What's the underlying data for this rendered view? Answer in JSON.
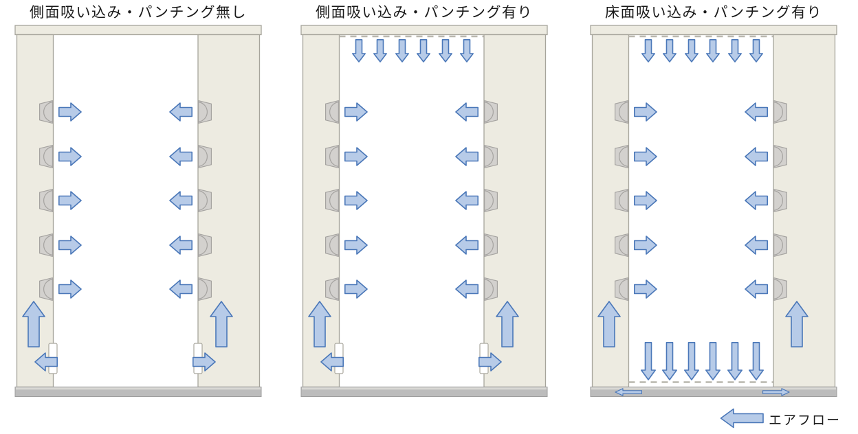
{
  "panels": [
    {
      "title": "側面吸い込み・パンチング無し",
      "top_punching": false,
      "bottom_suction": "side",
      "fan_rows_per_side": 5,
      "side_inflow_arrows_per_side": 5,
      "top_inflow_arrows": 0,
      "floor_outflow_arrows": 0,
      "upflow_arrows": 2,
      "side_outflow_vents": 2
    },
    {
      "title": "側面吸い込み・パンチング有り",
      "top_punching": true,
      "bottom_suction": "side",
      "fan_rows_per_side": 5,
      "side_inflow_arrows_per_side": 5,
      "top_inflow_arrows": 6,
      "floor_outflow_arrows": 0,
      "upflow_arrows": 2,
      "side_outflow_vents": 2
    },
    {
      "title": "床面吸い込み・パンチング有り",
      "top_punching": true,
      "bottom_suction": "floor",
      "fan_rows_per_side": 5,
      "side_inflow_arrows_per_side": 5,
      "top_inflow_arrows": 6,
      "floor_outflow_arrows": 6,
      "upflow_arrows": 2,
      "floor_slab_arrows": 2
    }
  ],
  "legend": {
    "label": "エアフロー"
  },
  "colors": {
    "panel_fill": "#edebe1",
    "panel_outline": "#a6a49b",
    "wall_line": "#a9a79d",
    "fan_fill": "#d3d1ce",
    "fan_outline": "#a5a3a0",
    "floor_fill": "#bcbcbc",
    "floor_top": "#d9d8d4",
    "floor_outline": "#9e9e9e",
    "arrow_fill": "#b7cbe8",
    "arrow_outline": "#4a77b8",
    "dash_color": "#b9b7ae",
    "notch_fill": "#ffffff",
    "title_color": "#1a1a1a",
    "background": "#ffffff"
  }
}
